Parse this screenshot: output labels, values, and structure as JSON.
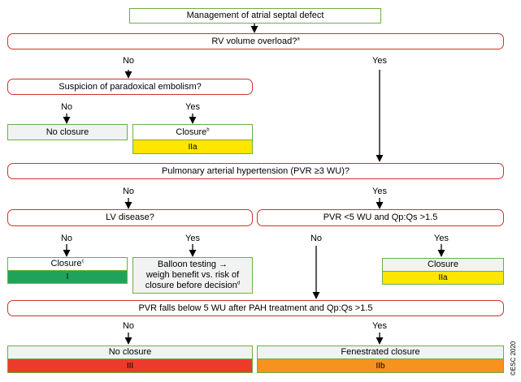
{
  "title": "Management of atrial septal defect",
  "nodes": {
    "rv_overload": "RV volume overload?",
    "rv_overload_note": "a",
    "paradoxical": "Suspicion of paradoxical embolism?",
    "no_closure_1": "No closure",
    "closure_b": "Closure",
    "closure_b_note": "b",
    "closure_b_class": "IIa",
    "pah": "Pulmonary arterial hypertension (PVR ≥3 WU)?",
    "lv_disease": "LV disease?",
    "pvr_lt5": "PVR <5 WU and Qp:Qs >1.5",
    "closure_c": "Closure",
    "closure_c_note": "c",
    "closure_c_class": "I",
    "balloon_line1": "Balloon testing →",
    "balloon_line2": "weigh benefit vs. risk of",
    "balloon_line3": "closure before decision",
    "balloon_note": "d",
    "closure_right": "Closure",
    "closure_right_class": "IIa",
    "pvr_falls": "PVR falls below 5 WU after PAH treatment and Qp:Qs >1.5",
    "no_closure_2": "No closure",
    "no_closure_2_class": "III",
    "fenestrated": "Fenestrated closure",
    "fenestrated_class": "IIb"
  },
  "labels": {
    "no": "No",
    "yes": "Yes"
  },
  "copyright": "©ESC 2020",
  "colors": {
    "question_border": "#d32f2f",
    "outcome_border": "#6cb043",
    "class_I": "#1fa35a",
    "class_IIa": "#ffe600",
    "class_IIb": "#f6921e",
    "class_III": "#ee3a2c"
  }
}
